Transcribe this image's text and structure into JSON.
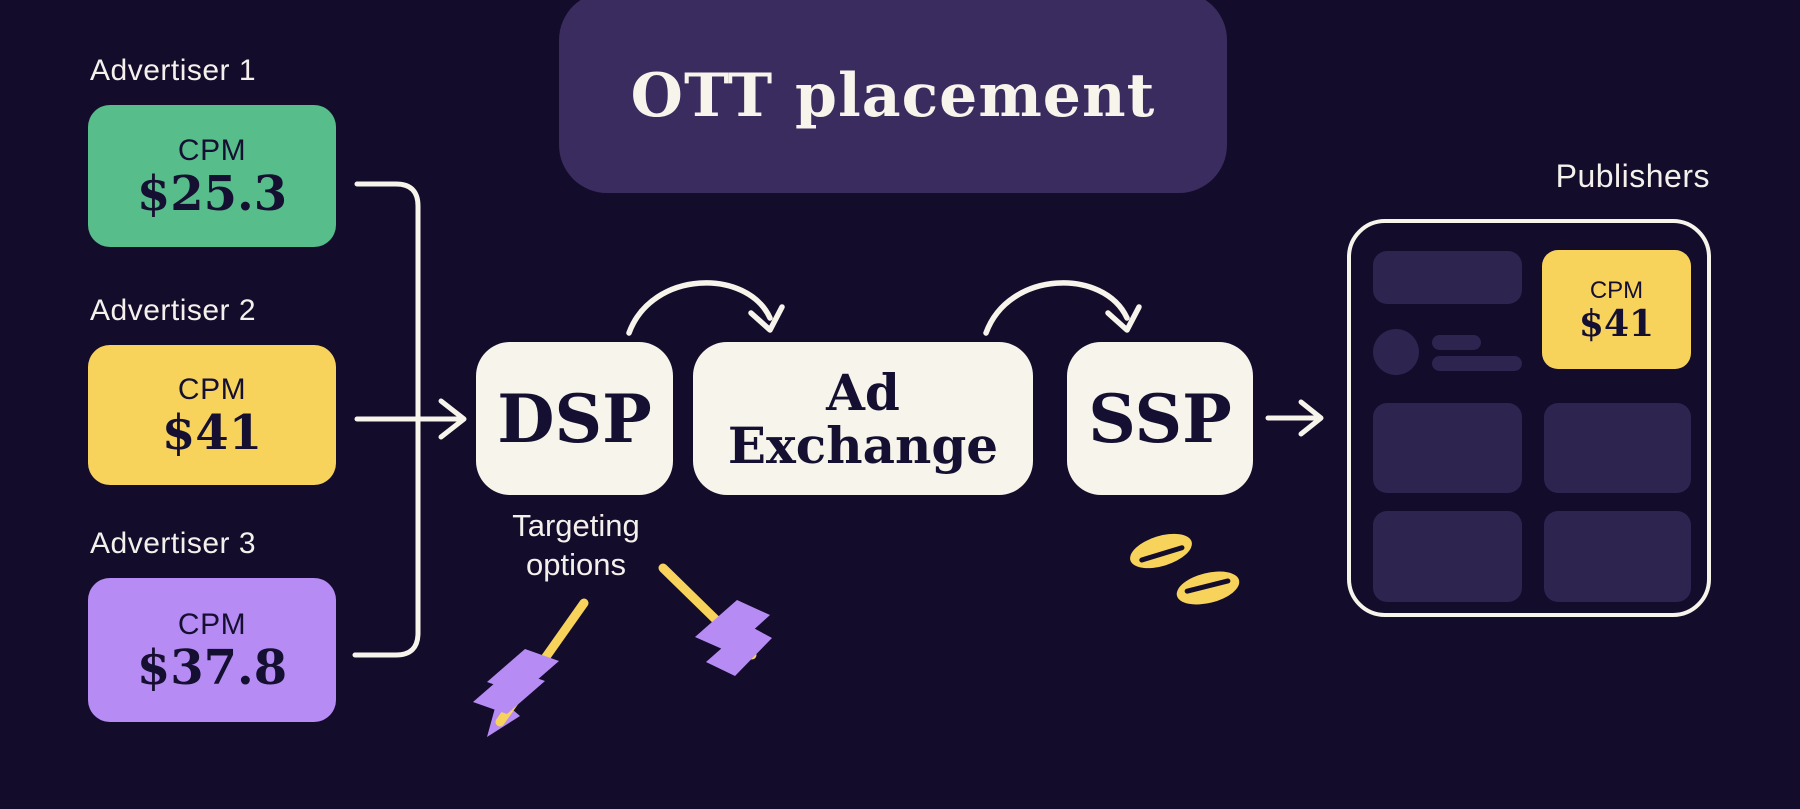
{
  "diagram": {
    "title": "OTT placement",
    "targeting_note": "Targeting options",
    "publishers_label": "Publishers"
  },
  "advertisers": [
    {
      "name": "Advertiser 1",
      "cpm_label": "CPM",
      "cpm_value": "$25.3",
      "color": "#57bd8b"
    },
    {
      "name": "Advertiser 2",
      "cpm_label": "CPM",
      "cpm_value": "$41",
      "color": "#f8d35c"
    },
    {
      "name": "Advertiser 3",
      "cpm_label": "CPM",
      "cpm_value": "$37.8",
      "color": "#b68cf4"
    }
  ],
  "pipeline": [
    {
      "label": "DSP"
    },
    {
      "label": "Ad Exchange"
    },
    {
      "label": "SSP"
    }
  ],
  "publisher_ad": {
    "cpm_label": "CPM",
    "cpm_value": "$41",
    "color": "#f8d35c"
  },
  "icons": {
    "flow_connectors": "bracket-and-right-arrow-icon",
    "hops": "curved-arrow-icon",
    "targeting": "dart-arrow-icon",
    "payment": "coins-icon"
  },
  "colors": {
    "background": "#130c2b",
    "title_panel": "#3a2c5e",
    "box_cream": "#f7f4eb",
    "ink": "#151031",
    "publisher_tile": "#2e2450",
    "accent_green": "#57bd8b",
    "accent_yellow": "#f8d35c",
    "accent_purple": "#b68cf4",
    "connector_line": "#f7f4eb"
  }
}
